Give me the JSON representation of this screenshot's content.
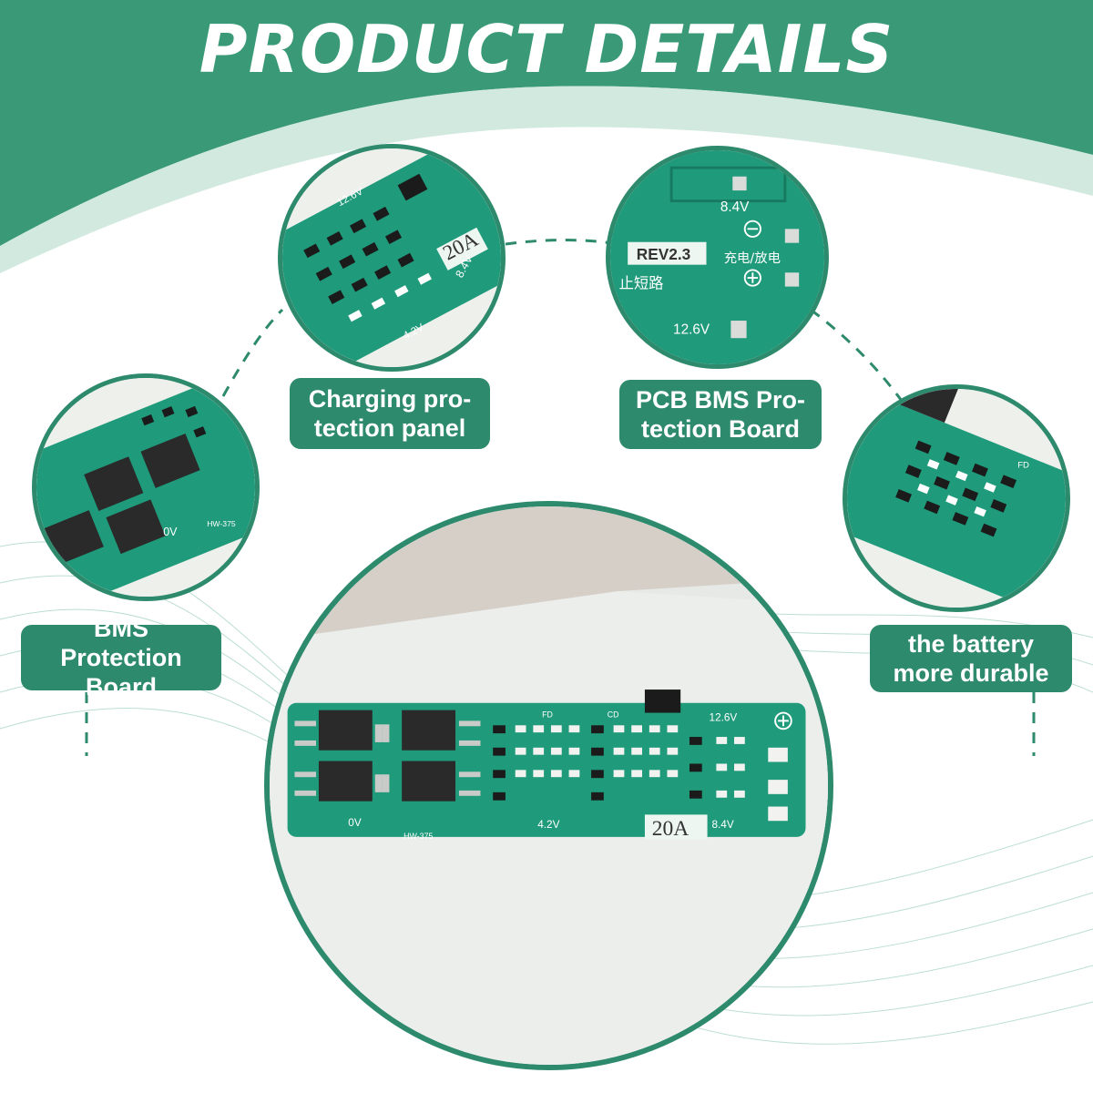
{
  "header": {
    "title": "PRODUCT DETAILS"
  },
  "labels": {
    "charging": {
      "line1": "Charging pro-",
      "line2": "tection panel"
    },
    "pcb": {
      "line1": "PCB BMS Pro-",
      "line2": "tection Board"
    },
    "bms": {
      "line1": "BMS Protection",
      "line2": "Board"
    },
    "battery": {
      "line1": "the battery",
      "line2": "more durable"
    }
  },
  "board": {
    "current_rating": "20A",
    "voltage_high": "12.6V",
    "voltage_mid": "8.4V",
    "voltage_low": "4.2V",
    "zero_v": "0V",
    "model": "HW-375",
    "revision": "REV2.3",
    "cn_charge": "充电/放电",
    "cn_short": "止短路",
    "fd": "FD",
    "cd": "CD"
  },
  "colors": {
    "brand_green": "#2e8a6c",
    "pcb_green": "#1f9a7a",
    "header_green": "#3a9a78"
  }
}
